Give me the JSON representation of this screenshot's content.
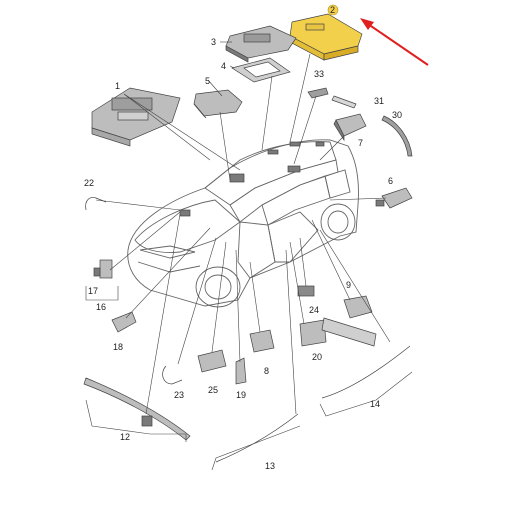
{
  "diagram": {
    "highlight_color": "#f2d04b",
    "arrow_color": "#e02020",
    "callouts": [
      {
        "id": "c1",
        "text": "1"
      },
      {
        "id": "c2",
        "text": "2"
      },
      {
        "id": "c3",
        "text": "3"
      },
      {
        "id": "c4",
        "text": "4"
      },
      {
        "id": "c5",
        "text": "5"
      },
      {
        "id": "c6",
        "text": "6"
      },
      {
        "id": "c7",
        "text": "7"
      },
      {
        "id": "c8",
        "text": "8"
      },
      {
        "id": "c9",
        "text": "9"
      },
      {
        "id": "c12",
        "text": "12"
      },
      {
        "id": "c13",
        "text": "13"
      },
      {
        "id": "c14",
        "text": "14"
      },
      {
        "id": "c16",
        "text": "16"
      },
      {
        "id": "c17",
        "text": "17"
      },
      {
        "id": "c18",
        "text": "18"
      },
      {
        "id": "c19",
        "text": "19"
      },
      {
        "id": "c20",
        "text": "20"
      },
      {
        "id": "c22",
        "text": "22"
      },
      {
        "id": "c23",
        "text": "23"
      },
      {
        "id": "c24",
        "text": "24"
      },
      {
        "id": "c25",
        "text": "25"
      },
      {
        "id": "c30",
        "text": "30"
      },
      {
        "id": "c31",
        "text": "31"
      },
      {
        "id": "c33",
        "text": "33"
      }
    ]
  }
}
